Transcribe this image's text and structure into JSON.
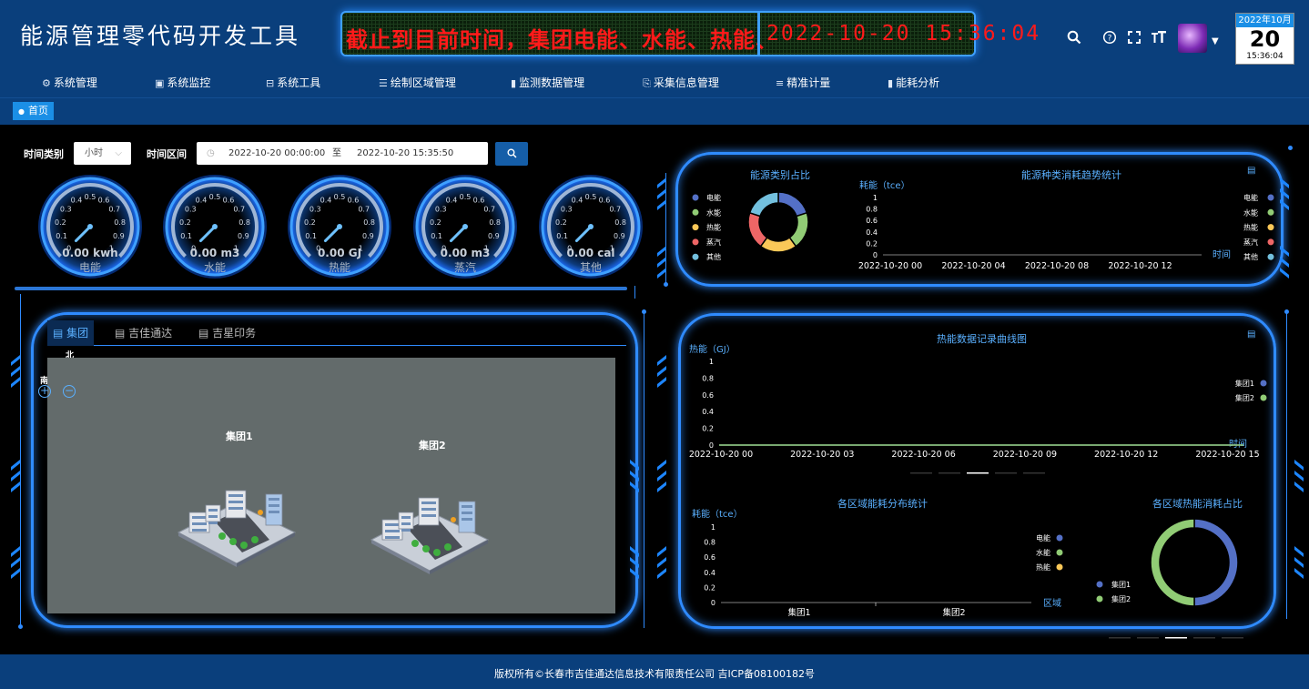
{
  "header": {
    "title": "能源管理零代码开发工具",
    "marquee_text": "截止到目前时间，集团电能、水能、热能、",
    "marquee_time": "2022-10-20 15:36:04",
    "icons": [
      "search-icon",
      "help-icon",
      "fullscreen-icon",
      "font-size-icon"
    ],
    "calendar": {
      "month": "2022年10月",
      "day": "20",
      "time": "15:36:04"
    }
  },
  "nav": {
    "items": [
      {
        "label": "系统管理",
        "icon": "gear-icon",
        "glyph": "⚙"
      },
      {
        "label": "系统监控",
        "icon": "monitor-icon",
        "glyph": "▣"
      },
      {
        "label": "系统工具",
        "icon": "toolbox-icon",
        "glyph": "⊟"
      },
      {
        "label": "绘制区域管理",
        "icon": "list-icon",
        "glyph": "☰"
      },
      {
        "label": "监测数据管理",
        "icon": "bar-chart-icon",
        "glyph": "▮"
      },
      {
        "label": "采集信息管理",
        "icon": "collect-icon",
        "glyph": "⎘"
      },
      {
        "label": "精准计量",
        "icon": "sliders-icon",
        "glyph": "≡"
      },
      {
        "label": "能耗分析",
        "icon": "bar-chart-icon",
        "glyph": "▮"
      }
    ]
  },
  "tabs": {
    "home": "首页"
  },
  "filters": {
    "time_type_label": "时间类别",
    "time_type_value": "小时",
    "range_label": "时间区间",
    "range_start": "2022-10-20 00:00:00",
    "range_sep": "至",
    "range_end": "2022-10-20 15:35:50"
  },
  "gauges": [
    {
      "value": "0.00 kwh",
      "name": "电能",
      "level": 0
    },
    {
      "value": "0.00 m3",
      "name": "水能",
      "level": 0
    },
    {
      "value": "0.00 GJ",
      "name": "热能",
      "level": 0
    },
    {
      "value": "0.00 m3",
      "name": "蒸汽",
      "level": 0
    },
    {
      "value": "0.00 cal",
      "name": "其他",
      "level": 0
    }
  ],
  "gauge_ticks": [
    "0",
    "0.1",
    "0.2",
    "0.3",
    "0.4",
    "0.5",
    "0.6",
    "0.7",
    "0.8",
    "0.9",
    "1"
  ],
  "energy_panel": {
    "pie_title": "能源类别占比",
    "trend_title": "能源种类消耗趋势统计",
    "legend": [
      "电能",
      "水能",
      "热能",
      "蒸汽",
      "其他"
    ]
  },
  "heat_panel": {
    "title": "热能数据记录曲线图"
  },
  "region_panel": {
    "bar_title": "各区域能耗分布统计",
    "pie_title": "各区域热能消耗占比"
  },
  "map": {
    "tabs": [
      "集团",
      "吉佳通达",
      "吉星印务"
    ],
    "north": "北",
    "south": "南",
    "markers": [
      {
        "label": "集团1"
      },
      {
        "label": "集团2"
      }
    ]
  },
  "colors": {
    "electric": "#5470c6",
    "water": "#91cc75",
    "heat": "#fac858",
    "steam": "#ee6666",
    "other": "#73c0de",
    "panel": "#2f8bff",
    "header": "#0a3f7c"
  },
  "footer": {
    "text": "版权所有©长春市吉佳通达信息技术有限责任公司 吉ICP备08100182号"
  },
  "chart_data": [
    {
      "type": "pie",
      "title": "能源类别占比",
      "categories": [
        "电能",
        "水能",
        "热能",
        "蒸汽",
        "其他"
      ],
      "values": [
        20,
        20,
        20,
        20,
        20
      ],
      "legend_position": "left"
    },
    {
      "type": "line",
      "title": "能源种类消耗趋势统计",
      "ylabel": "耗能（tce）",
      "xlabel": "时间",
      "x": [
        "2022-10-20 00",
        "2022-10-20 04",
        "2022-10-20 08",
        "2022-10-20 12"
      ],
      "ylim": [
        0,
        1
      ],
      "yticks": [
        "0",
        "0.2",
        "0.4",
        "0.6",
        "0.8",
        "1"
      ],
      "series": [
        {
          "name": "电能",
          "values": []
        },
        {
          "name": "水能",
          "values": []
        },
        {
          "name": "热能",
          "values": []
        },
        {
          "name": "蒸汽",
          "values": []
        },
        {
          "name": "其他",
          "values": []
        }
      ],
      "legend_position": "right"
    },
    {
      "type": "line",
      "title": "热能数据记录曲线图",
      "ylabel": "热能（GJ）",
      "xlabel": "时间",
      "x": [
        "2022-10-20 00",
        "2022-10-20 03",
        "2022-10-20 06",
        "2022-10-20 09",
        "2022-10-20 12",
        "2022-10-20 15"
      ],
      "ylim": [
        0,
        1
      ],
      "yticks": [
        "0",
        "0.2",
        "0.4",
        "0.6",
        "0.8",
        "1"
      ],
      "series": [
        {
          "name": "集团1",
          "values": [
            0,
            0,
            0,
            0,
            0,
            0
          ]
        },
        {
          "name": "集团2",
          "values": [
            0,
            0,
            0,
            0,
            0,
            0
          ]
        }
      ],
      "legend_position": "right"
    },
    {
      "type": "bar",
      "title": "各区域能耗分布统计",
      "ylabel": "耗能（tce）",
      "xlabel": "区域",
      "categories": [
        "集团1",
        "集团2"
      ],
      "ylim": [
        0,
        1
      ],
      "yticks": [
        "0",
        "0.2",
        "0.4",
        "0.6",
        "0.8",
        "1"
      ],
      "series": [
        {
          "name": "电能",
          "values": [
            0,
            0
          ]
        },
        {
          "name": "水能",
          "values": [
            0,
            0
          ]
        },
        {
          "name": "热能",
          "values": [
            0,
            0
          ]
        }
      ],
      "legend_position": "right"
    },
    {
      "type": "pie",
      "title": "各区域热能消耗占比",
      "categories": [
        "集团1",
        "集团2"
      ],
      "values": [
        50,
        50
      ],
      "legend_position": "left"
    }
  ]
}
